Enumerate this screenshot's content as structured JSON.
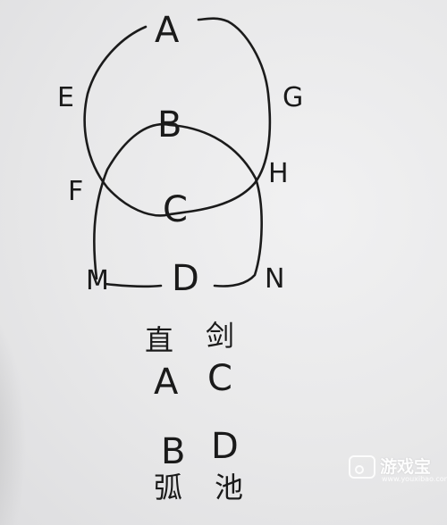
{
  "diagram": {
    "nodes": {
      "A": "A",
      "B": "B",
      "C": "C",
      "D": "D",
      "E": "E",
      "F": "F",
      "G": "G",
      "H": "H",
      "M": "M",
      "N": "N"
    }
  },
  "answer": {
    "word1": "直",
    "word2": "剑",
    "letter1": "A",
    "letter2": "C",
    "letter3": "B",
    "letter4": "D",
    "word3": "弧",
    "word4": "池"
  },
  "watermark": {
    "name": "游戏宝",
    "url": "www.youxibao.com"
  }
}
